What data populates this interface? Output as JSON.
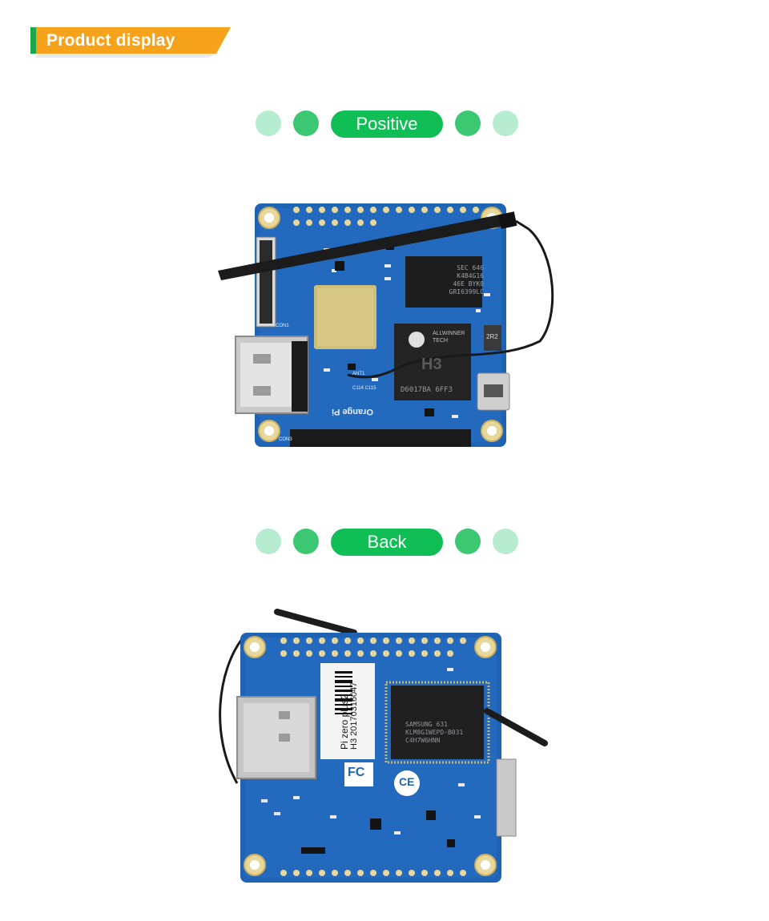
{
  "header": {
    "title": "Product display"
  },
  "sections": [
    {
      "label": "Positive"
    },
    {
      "label": "Back"
    }
  ],
  "front_board": {
    "ram_chip": [
      "SEC 646",
      "K4B4G16",
      "46E BYK0",
      "GRI6399LC"
    ],
    "soc_chip": [
      "ALLWINNER",
      "TECH",
      "H3",
      "D6017BA 6FF3"
    ],
    "inductor": "2R2",
    "silk_text": [
      "CON1",
      "CON3",
      "ANT1",
      "C114 C115",
      "Orange Pi"
    ]
  },
  "back_board": {
    "label": [
      "Pi zero plus2",
      "H3 20170316047"
    ],
    "emmc_chip": [
      "SAMSUNG 631",
      "KLM8G1WEPD-B031",
      "C4H7W6HNN"
    ],
    "cert_marks": [
      "FC",
      "CE"
    ]
  },
  "colors": {
    "accent": "#f7a21b",
    "accent_edge": "#1aa84a",
    "pill": "#0fbf55",
    "pcb": "#1f63b5"
  }
}
